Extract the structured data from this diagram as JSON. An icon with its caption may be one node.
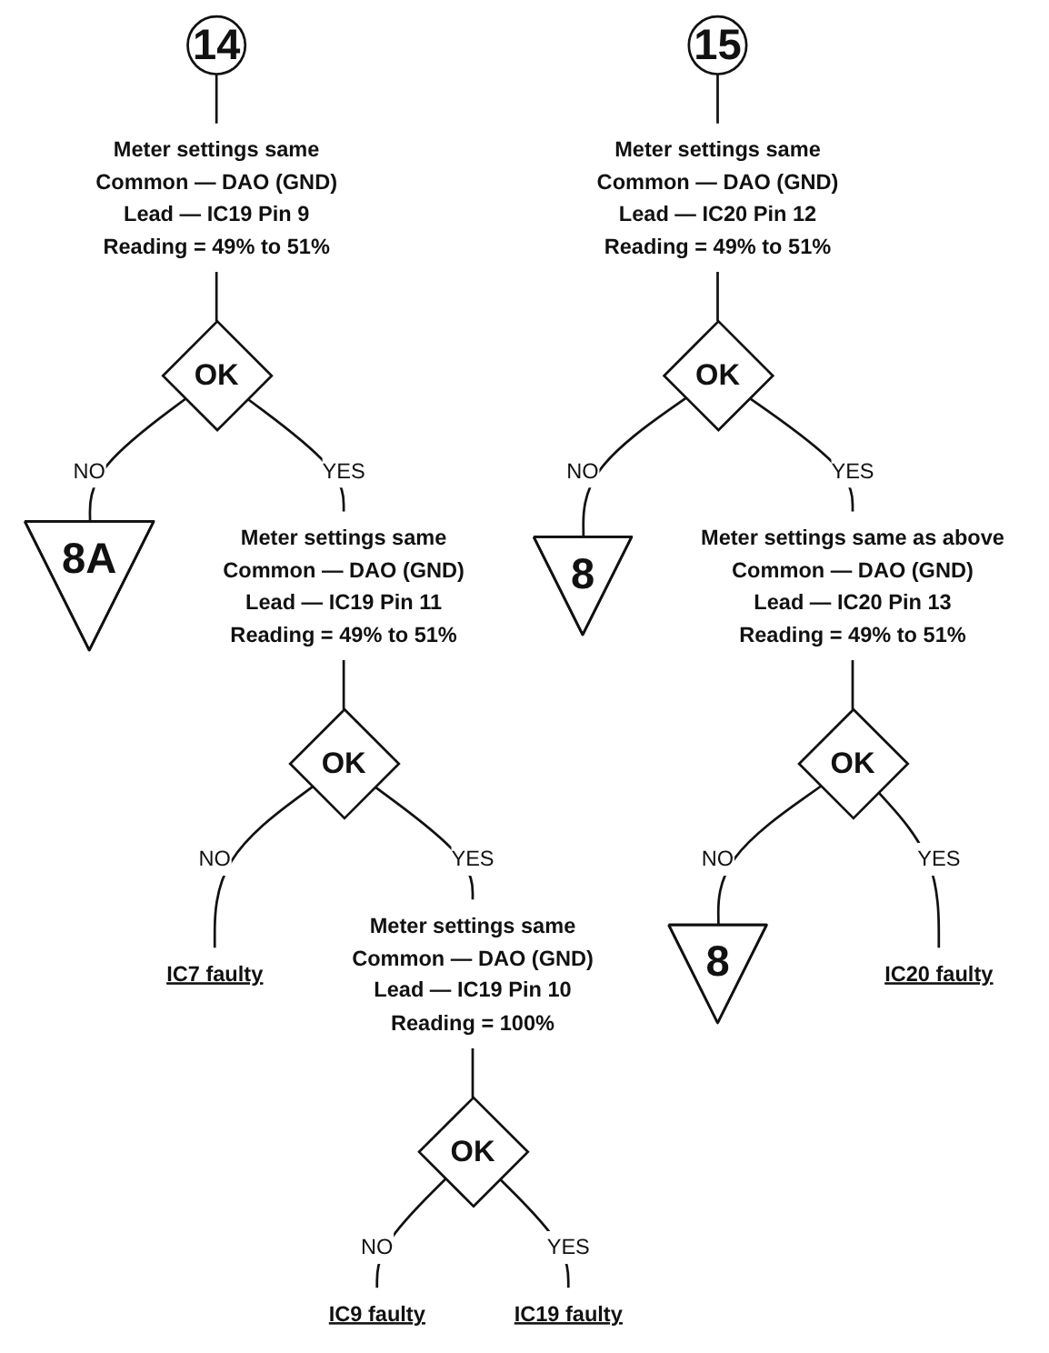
{
  "diagram": {
    "nodes": [
      {
        "text": [
          "14"
        ]
      },
      {
        "text": [
          "Meter settings same",
          "Common — DAO (GND)",
          "Lead — IC19 Pin 9",
          "Reading = 49% to 51%"
        ]
      },
      {
        "text": [
          "OK"
        ]
      },
      {
        "text": [
          "8A"
        ]
      },
      {
        "text": [
          "Meter settings same",
          "Common — DAO (GND)",
          "Lead — IC19 Pin 11",
          "Reading = 49% to 51%"
        ]
      },
      {
        "text": [
          "OK"
        ]
      },
      {
        "text": [
          "IC7 faulty"
        ]
      },
      {
        "text": [
          "Meter settings same",
          "Common — DAO (GND)",
          "Lead — IC19 Pin 10",
          "Reading = 100%"
        ]
      },
      {
        "text": [
          "OK"
        ]
      },
      {
        "text": [
          "IC9 faulty"
        ]
      },
      {
        "text": [
          "IC19 faulty"
        ]
      },
      {
        "text": [
          "15"
        ]
      },
      {
        "text": [
          "Meter settings same",
          "Common — DAO (GND)",
          "Lead — IC20 Pin 12",
          "Reading = 49% to 51%"
        ]
      },
      {
        "text": [
          "OK"
        ]
      },
      {
        "text": [
          "8"
        ]
      },
      {
        "text": [
          "Meter settings same as above",
          "Common — DAO (GND)",
          "Lead — IC20 Pin 13",
          "Reading = 49% to 51%"
        ]
      },
      {
        "text": [
          "OK"
        ]
      },
      {
        "text": [
          "8"
        ]
      },
      {
        "text": [
          "IC20 faulty"
        ]
      }
    ],
    "edges": [
      {
        "from": 0,
        "to": 1,
        "arrow": "none"
      },
      {
        "from": 1,
        "to": 2,
        "arrow": "none"
      },
      {
        "from": 2,
        "to": 3,
        "arrow": "none",
        "label": "NO"
      },
      {
        "from": 2,
        "to": 4,
        "arrow": "none",
        "label": "YES"
      },
      {
        "from": 4,
        "to": 5,
        "arrow": "none"
      },
      {
        "from": 5,
        "to": 6,
        "arrow": "none",
        "label": "NO"
      },
      {
        "from": 5,
        "to": 7,
        "arrow": "none",
        "label": "YES"
      },
      {
        "from": 7,
        "to": 8,
        "arrow": "none"
      },
      {
        "from": 8,
        "to": 9,
        "arrow": "none",
        "label": "NO"
      },
      {
        "from": 8,
        "to": 10,
        "arrow": "none",
        "label": "YES"
      },
      {
        "from": 11,
        "to": 12,
        "arrow": "none"
      },
      {
        "from": 12,
        "to": 13,
        "arrow": "none"
      },
      {
        "from": 13,
        "to": 14,
        "arrow": "none",
        "label": "NO"
      },
      {
        "from": 13,
        "to": 15,
        "arrow": "none",
        "label": "YES"
      },
      {
        "from": 15,
        "to": 16,
        "arrow": "none"
      },
      {
        "from": 16,
        "to": 17,
        "arrow": "none",
        "label": "NO"
      },
      {
        "from": 16,
        "to": 18,
        "arrow": "none",
        "label": "YES"
      }
    ]
  }
}
